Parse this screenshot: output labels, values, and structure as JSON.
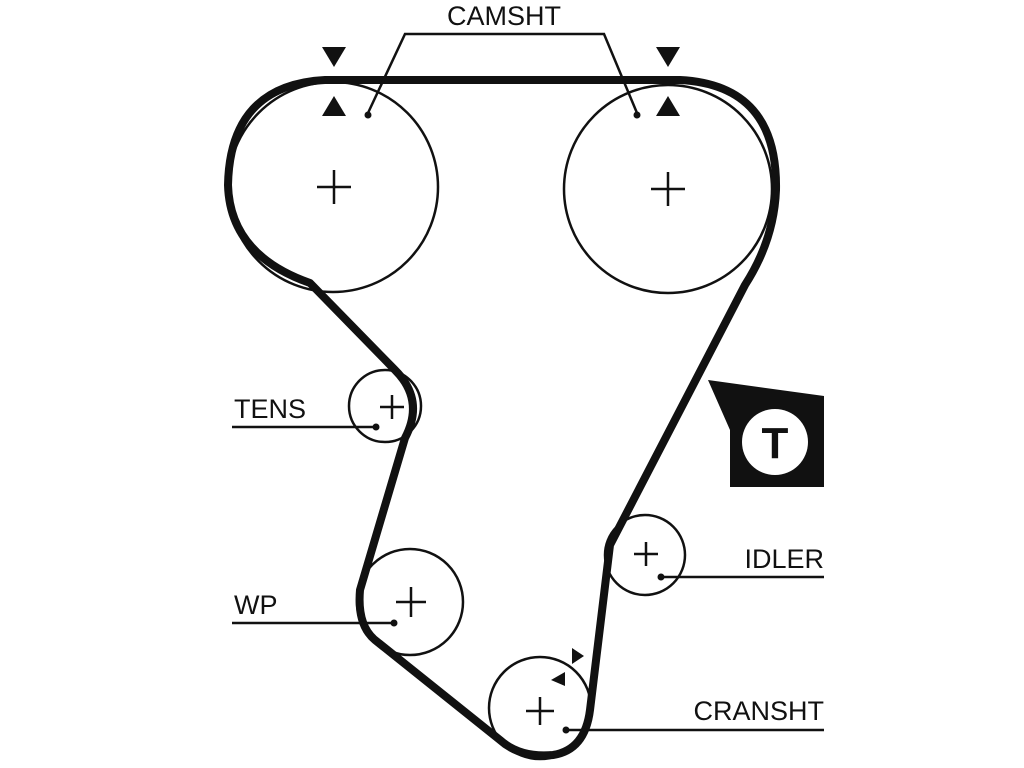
{
  "labels": {
    "camshaft": "CAMSHT",
    "tensioner": "TENS",
    "idler": "IDLER",
    "water_pump": "WP",
    "crankshaft": "CRANSHT",
    "tension_mark": "T"
  },
  "colors": {
    "ink": "#111111",
    "background": "#ffffff"
  }
}
